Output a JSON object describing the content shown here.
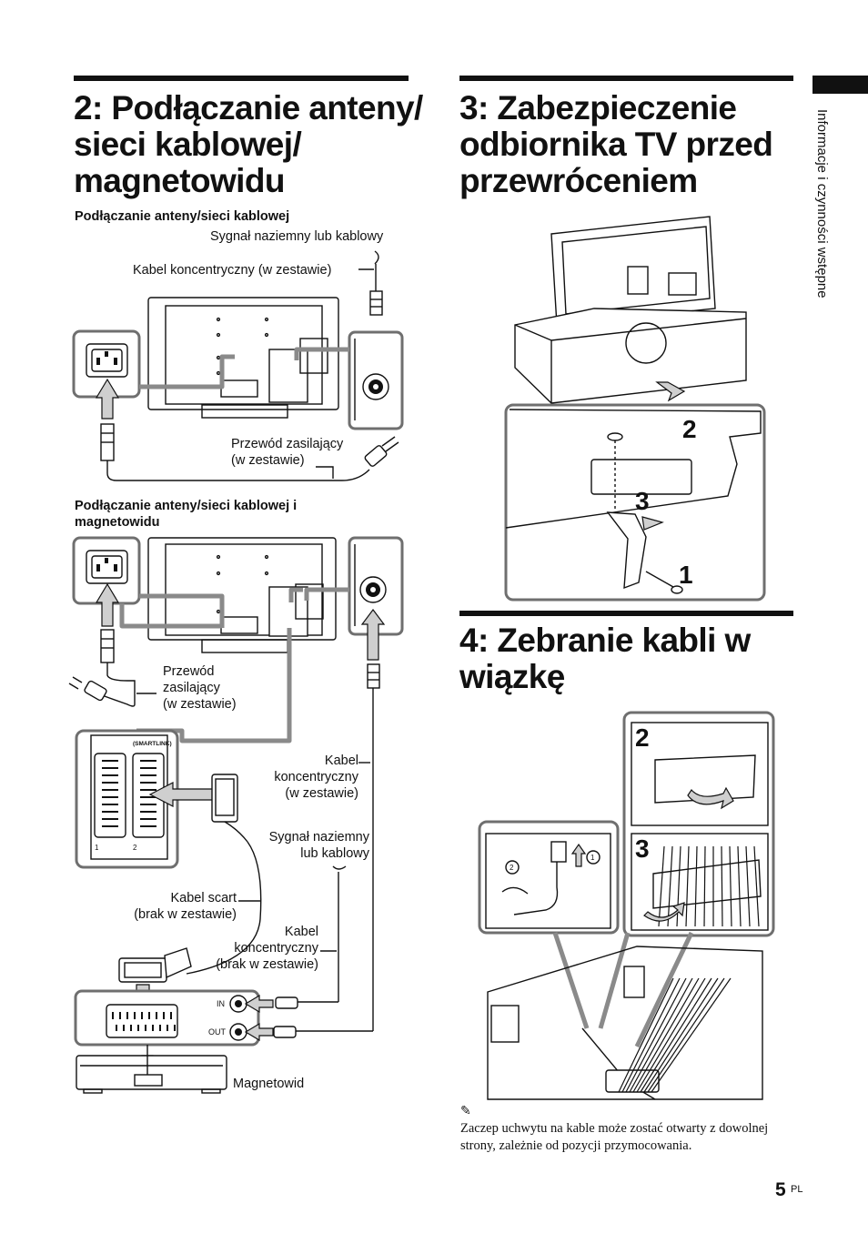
{
  "sidebar": {
    "section": "Informacje i czynności wstępne"
  },
  "sections": {
    "antenna": {
      "title_line1": "2: Podłączanie anteny/",
      "title_line2": "sieci kablowej/",
      "title_line3": "magnetowidu",
      "sub1": "Podłączanie anteny/sieci kablowej",
      "sub2_line1": "Podłączanie anteny/sieci kablowej i",
      "sub2_line2": "magnetowidu"
    },
    "tipping": {
      "title_line1": "3: Zabezpieczenie",
      "title_line2": "odbiornika TV przed",
      "title_line3": "przewróceniem"
    },
    "cables": {
      "title_line1": "4: Zebranie kabli w",
      "title_line2": "wiązkę"
    }
  },
  "labels": {
    "signal_1": "Sygnał naziemny lub kablowy",
    "coax_supplied_1": "Kabel koncentryczny (w zestawie)",
    "power_1_line1": "Przewód zasilający",
    "power_1_line2": "(w zestawie)",
    "power_2_line1": "Przewód",
    "power_2_line2": "zasilający",
    "power_2_line3": "(w zestawie)",
    "coax_supplied_2_line1": "Kabel",
    "coax_supplied_2_line2": "koncentryczny",
    "coax_supplied_2_line3": "(w zestawie)",
    "signal_2_line1": "Sygnał naziemny",
    "signal_2_line2": "lub kablowy",
    "scart_line1": "Kabel scart",
    "scart_line2": "(brak w zestawie)",
    "coax_not_supplied_line1": "Kabel",
    "coax_not_supplied_line2": "koncentryczny",
    "coax_not_supplied_line3": "(brak w zestawie)",
    "vcr": "Magnetowid",
    "in": "IN",
    "out": "OUT",
    "smartlink": "(SMARTLINK)",
    "scart_num_1": "1",
    "scart_num_2": "2"
  },
  "steps": {
    "s1": "1",
    "s2": "2",
    "s3": "3",
    "c2": "2",
    "c3": "3",
    "circled_1": "1",
    "circled_2": "2"
  },
  "note": {
    "icon": "pencil-note-icon",
    "text": "Zaczep uchwytu na kable może zostać otwarty z dowolnej strony, zależnie od pozycji przymocowania."
  },
  "footer": {
    "page_number": "5",
    "language_code": "PL"
  }
}
